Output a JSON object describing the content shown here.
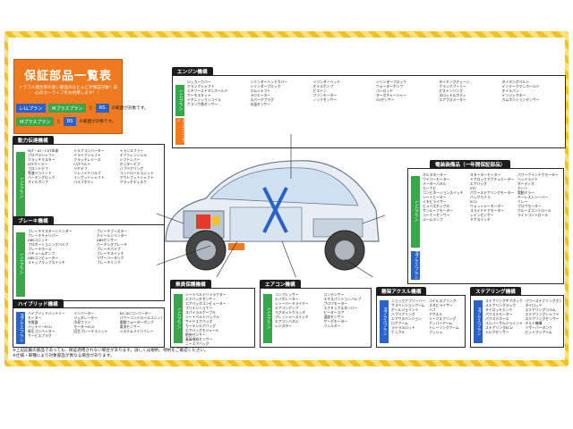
{
  "title": "保証部品一覧表",
  "subtitle": "トラブル発生率の高い部品のほとんどが保証対象！安心のカーライフをお約束します！！",
  "legend": {
    "row1": {
      "pills": [
        "L-LLプラン",
        "Mプラスプラン",
        "RS"
      ],
      "note": "の範囲が対象です。"
    },
    "row2": {
      "pills": [
        "Mプラスプラン",
        "RS"
      ],
      "note": "の範囲が対象です。"
    }
  },
  "sections": {
    "engine": {
      "title": "エンジン機構",
      "bar_green": "L-LLプラン",
      "bar_orange": "Mプラスプラン",
      "parts": [
        "ロッカーカバー",
        "シリンダーヘッドカバー",
        "シリンダーヘッド",
        "シリンダーブロック",
        "タイミングチェーン",
        "タイミングベルト",
        "クランクシャフト",
        "シリンダーブロック",
        "オイルポンプ",
        "ウォーターポンプ",
        "クランクプーリー",
        "インテークマニホールド",
        "エキゾーストマニホールド",
        "カムシャフト",
        "ピストン",
        "コンロッド",
        "ピストンリング",
        "オイルパン",
        "サーモスタット",
        "ラジエーター",
        "ファンモーター",
        "ターボチャージャー",
        "スロットルボディ",
        "インジェクター",
        "イグニッションコイル",
        "スパークプラグ",
        "ノックセンサー",
        "O2センサー",
        "エアフロメーター",
        "カムポジションセンサー",
        "クランク角センサー",
        "水温センサー"
      ]
    },
    "drivetrain": {
      "title": "動力伝達機構",
      "bar_green": "L-LLプラン",
      "parts": [
        "M/T・AT・CVT本体",
        "トルクコンバーター",
        "トランスファー",
        "プロペラシャフト",
        "ドライブシャフト",
        "デファレンシャル",
        "クラッチマスター",
        "クラッチレリーズ",
        "シフトレバー",
        "ATFクーラー",
        "CVTベルト",
        "センターデフ",
        "フロントデフ",
        "リヤデフ",
        "ハブベアリング",
        "等速ジョイント",
        "ソレノイドバルブ",
        "コントロールユニット",
        "パーキングロック",
        "インプットシャフト",
        "アウトプットシャフト",
        "オイルポンプ",
        "バルブボディ",
        "クラッチディスク"
      ]
    },
    "brake": {
      "title": "ブレーキ機構",
      "bar_green": "L-LLプラン",
      "parts": [
        "ブレーキマスターシリンダー",
        "ブレーキブースター",
        "ブレーキキャリパー",
        "ホイールシリンダー",
        "ABSユニット",
        "ABSセンサー",
        "プロポーショニングバルブ",
        "パーキングブレーキ",
        "ブレーキホース",
        "ブレーキパイプ",
        "バキュームポンプ",
        "ブレーキスイッチ",
        "ABSコンピューター",
        "リザーバータンク",
        "ストップランプスイッチ",
        "ブレーキリンク"
      ]
    },
    "hybrid": {
      "title": "ハイブリッド機構",
      "bar_blue": "Mプラスプラン",
      "parts": [
        "ハイブリッドバッテリー",
        "インバーター",
        "DC-DCコンバーター",
        "モーター",
        "ジェネレーター",
        "パワーコントロールユニット",
        "充電器",
        "冷却ファン",
        "電動ウォーターポンプ",
        "バッテリーECU",
        "モーターECU",
        "電流センサー",
        "昇圧コンバーター",
        "回生ブレーキユニット",
        "システムメインリレー",
        "サービスプラグ"
      ]
    },
    "electrical": {
      "title": "電装装備品（一年間保証部品）",
      "bar_green": "L-LLプラン",
      "bar_blue": "Mプラスプラン",
      "parts": [
        "オルタネーター",
        "スターターモーター",
        "パワーウインドウモーター",
        "ワイパーモーター",
        "ドアロックアクチュエーター",
        "ヘッドライト",
        "メーターパネル",
        "エアバッグ",
        "オーディオ",
        "カーナビ",
        "ETC",
        "ホーン",
        "コンビネーションスイッチ",
        "パワーステアリングモーター",
        "電動ミラー",
        "シートヒーター",
        "バックカメラ",
        "キーレスレシーバー",
        "イモビライザー",
        "ECU",
        "リレー",
        "ヒューズボックス",
        "ウォッシャーモーター",
        "ブロワモーター",
        "サンルーフモーター",
        "スライドドアモーター",
        "クルーズコントロール",
        "コーナーセンサー",
        "レインセンサー",
        "ライトコントロール",
        "ルームランプ",
        "ドアスイッチ"
      ]
    },
    "occupant": {
      "title": "乗員保護機構",
      "bar_green": "L-LLプラン",
      "parts": [
        "シートベルトリトラクター",
        "エアバッグセンサー",
        "エアバッグコンピューター",
        "プリテンショナー",
        "スパイラルケーブル",
        "シートベルトバックル",
        "サイドエアバッグ",
        "カーテンエアバッグ",
        "エアバッグモジュール",
        "衝突センサー",
        "乗員検知センサー",
        "ニーエアバッグ"
      ]
    },
    "aircon": {
      "title": "エアコン機構",
      "bar_green": "L-LLプラン",
      "parts": [
        "コンプレッサー",
        "コンデンサー",
        "エバポレーター",
        "エキスパンションバルブ",
        "レシーバードライヤー",
        "ブロワモーター",
        "エアコンアンプ",
        "エアミックスダンパー",
        "マグネットクラッチ",
        "ヒーターコア",
        "プレッシャースイッチ",
        "温度センサー",
        "エアコンパネル",
        "サーボモーター",
        "レジスター",
        "フィルター"
      ]
    },
    "suspension": {
      "title": "懸架アクスル機構",
      "bar_blue": "Mプラスプラン",
      "parts": [
        "ショックアブソーバー",
        "コイルスプリング",
        "サスペンションアーム",
        "スタビライザー",
        "ボールジョイント",
        "ハブ",
        "ハブベアリング",
        "アクスル",
        "エアサスペンション",
        "リーフスプリング",
        "ロアアーム",
        "アッパーアーム",
        "ラテラルロッド",
        "トレーリングアーム",
        "ナックル",
        "ブッシュ"
      ]
    },
    "steering": {
      "title": "ステアリング機構",
      "bar_blue": "Mプラスプラン",
      "parts": [
        "ステアリングギアボックス",
        "パワーステアリングポンプ",
        "ステアリングラック",
        "タイロッド",
        "タイロッドエンド",
        "ステアリングコラム",
        "パワステモーター",
        "ステアリングシャフト",
        "パワステホース",
        "ステアリングセンサー",
        "ユニバーサルジョイント",
        "チルト機構",
        "ステアリングECU",
        "リザーバータンク",
        "トルクセンサー",
        "ピットマンアーム"
      ]
    }
  },
  "footer": [
    "※上記記載の部品であっても、保証適用されない場合があります。詳しくは規約、特約をご確認ください。",
    "※仕様・車種により対象部品が異なる場合があります。"
  ],
  "colors": {
    "accent": "#f07a20",
    "green": "#37a84a",
    "blue": "#2a62c9",
    "stripe": "#f4c21e"
  }
}
